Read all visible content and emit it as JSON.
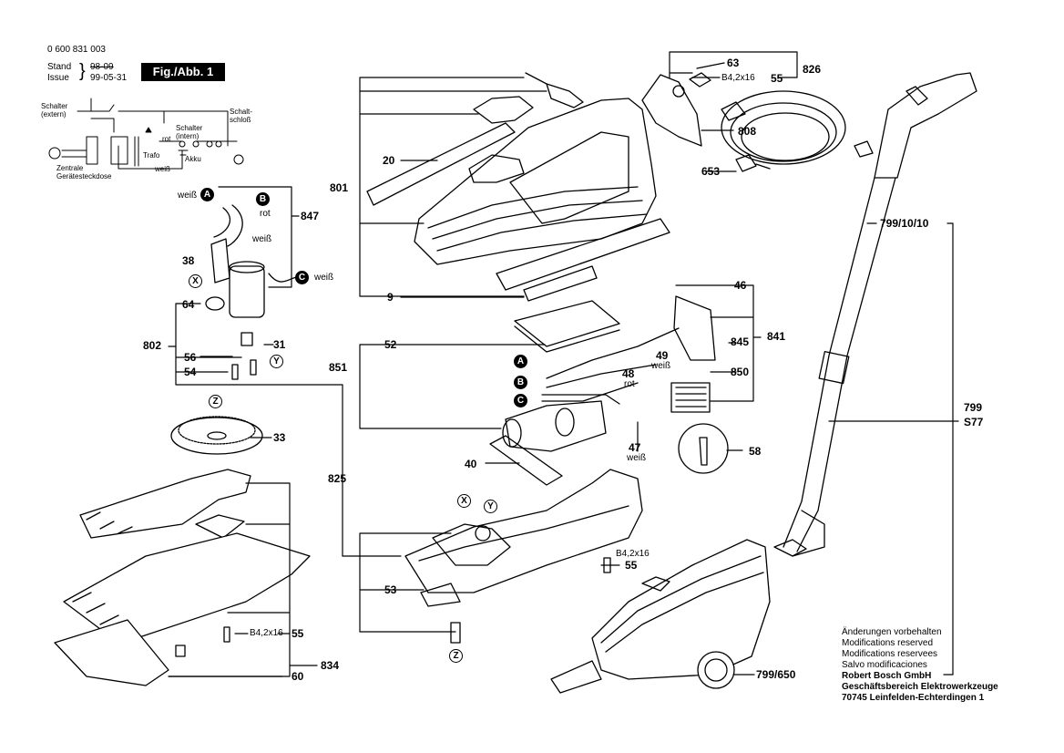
{
  "header": {
    "part_number": "0 600 831 003",
    "stand_label": "Stand",
    "issue_label": "Issue",
    "old_date": "98-09",
    "new_date": "99-05-31",
    "figure": "Fig./Abb. 1"
  },
  "schematic": {
    "schalter_extern": "Schalter\n(extern)",
    "schalter_intern": "Schalter\n(intern)",
    "schaltschloss": "Schalt-\nschloß",
    "rot": "rot",
    "akku": "Akku",
    "trafo": "Trafo",
    "weiss": "weiß",
    "zentrale": "Zentrale\nGerätesteckdose"
  },
  "wires": {
    "A": "A",
    "B": "B",
    "C": "C",
    "X": "X",
    "Y": "Y",
    "Z": "Z",
    "weiss": "weiß",
    "rot": "rot"
  },
  "parts": {
    "p20": "20",
    "p801": "801",
    "p9": "9",
    "p63": "63",
    "p826": "826",
    "p55": "55",
    "b42x16": "B4,2x16",
    "p808": "808",
    "p653": "653",
    "p847": "847",
    "p38": "38",
    "p64": "64",
    "p802": "802",
    "p56": "56",
    "p31": "31",
    "p54": "54",
    "p33": "33",
    "p825": "825",
    "p52": "52",
    "p851": "851",
    "p48": "48",
    "p49": "49",
    "p47": "47",
    "p40": "40",
    "p58": "58",
    "p53": "53",
    "p46": "46",
    "p845": "845",
    "p841": "841",
    "p850": "850",
    "p7991010": "799/10/10",
    "p799": "799",
    "s77": "S77",
    "p799650": "799/650",
    "p60": "60",
    "p834": "834"
  },
  "notes": {
    "lines": [
      "Änderungen vorbehalten",
      "Modifications reserved",
      "Modifications reservees",
      "Salvo modificaciones"
    ],
    "company": [
      "Robert Bosch GmbH",
      "Geschäftsbereich Elektrowerkzeuge",
      "70745 Leinfelden-Echterdingen 1"
    ]
  }
}
